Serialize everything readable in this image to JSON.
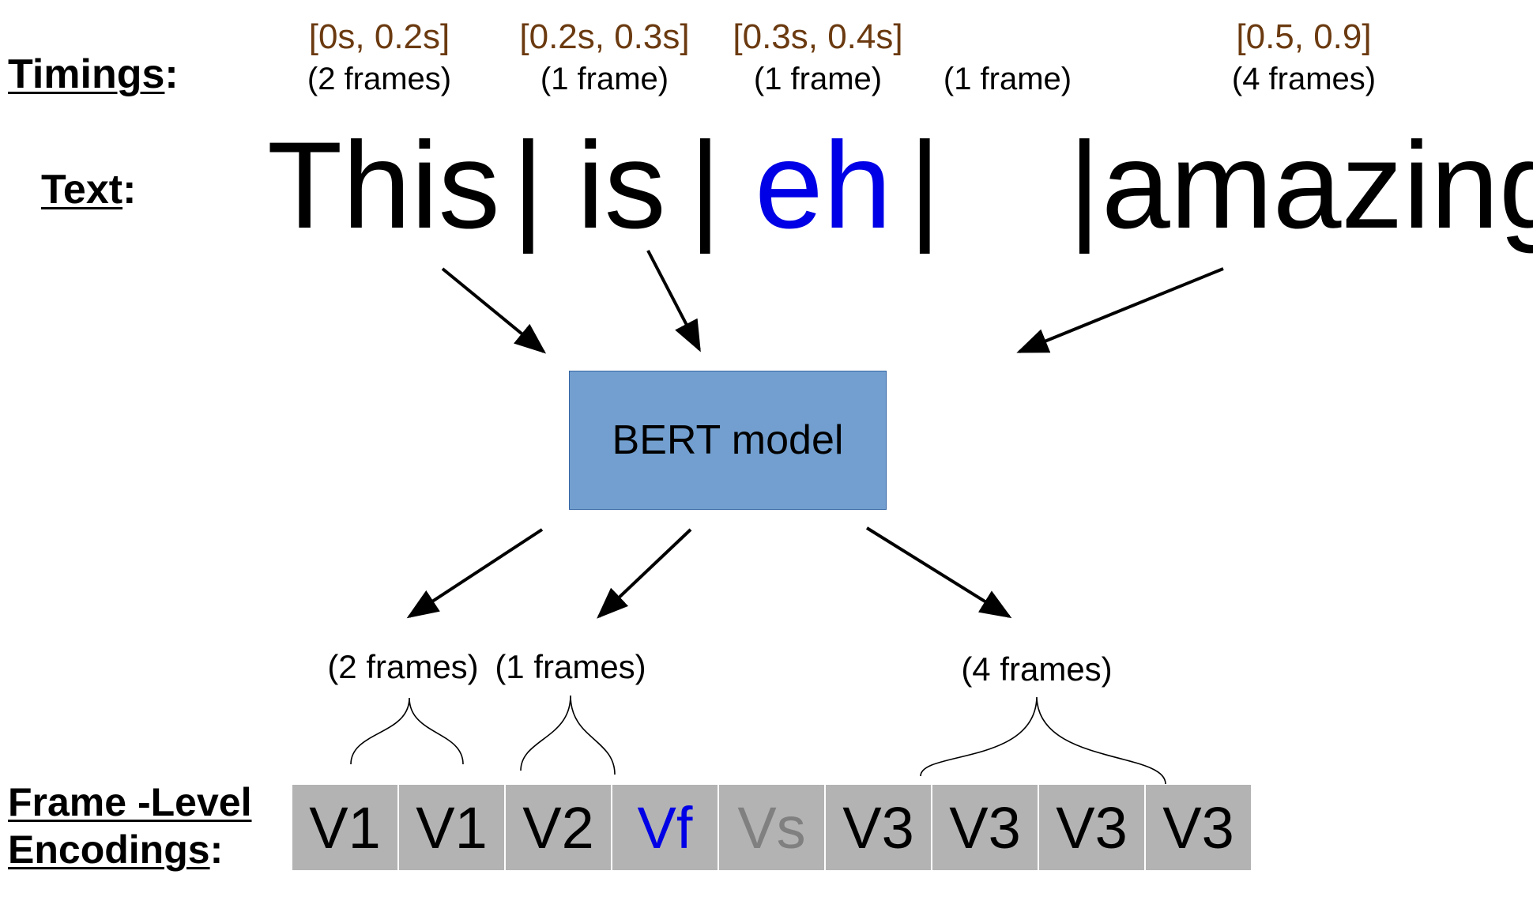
{
  "labels": {
    "timings": "Timings",
    "text": "Text",
    "frame_level_line1": "Frame -Level",
    "frame_level_line2": "Encodings",
    "colon": ":"
  },
  "timings": [
    {
      "time": "[0s, 0.2s]",
      "frames": "(2 frames)"
    },
    {
      "time": "[0.2s, 0.3s]",
      "frames": "(1 frame)"
    },
    {
      "time": "[0.3s, 0.4s]",
      "frames": "(1 frame)"
    },
    {
      "time": "",
      "frames": "(1 frame)"
    },
    {
      "time": "[0.5, 0.9]",
      "frames": "(4 frames)"
    }
  ],
  "sentence": {
    "w1": "This",
    "sep1": "|",
    "w2": "is",
    "sep2": "|",
    "w3": "eh",
    "sep3": "|",
    "sep4": "|",
    "w4": "amazing"
  },
  "model": {
    "label": "BERT model"
  },
  "groups": {
    "g1": "(2 frames)",
    "g2": "(1 frames)",
    "g3": "(4 frames)"
  },
  "frames": [
    {
      "label": "V1",
      "color": "#000000"
    },
    {
      "label": "V1",
      "color": "#000000"
    },
    {
      "label": "V2",
      "color": "#000000"
    },
    {
      "label": "Vf",
      "color": "#0000e6"
    },
    {
      "label": "Vs",
      "color": "#808080"
    },
    {
      "label": "V3",
      "color": "#000000"
    },
    {
      "label": "V3",
      "color": "#000000"
    },
    {
      "label": "V3",
      "color": "#000000"
    },
    {
      "label": "V3",
      "color": "#000000"
    }
  ],
  "colors": {
    "timing_text": "#6b3a10",
    "highlight_word": "#0000e6",
    "model_fill": "#729fcf",
    "frame_cell": "#b3b3b3"
  }
}
